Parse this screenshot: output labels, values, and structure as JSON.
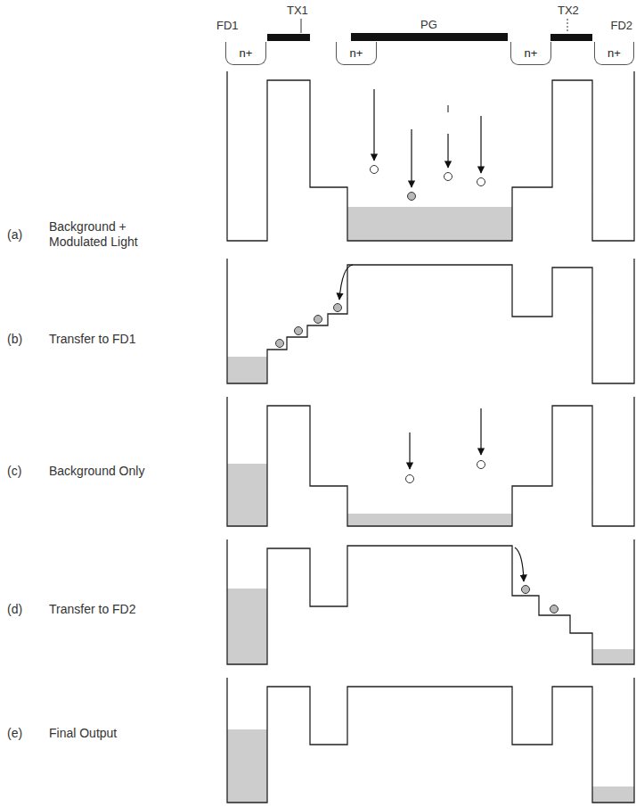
{
  "diagram": {
    "nodes": [
      {
        "text": [
          "n+"
        ]
      },
      {
        "text": [
          "n+"
        ]
      },
      {
        "text": [
          "n+"
        ]
      },
      {
        "text": [
          "n+"
        ]
      }
    ],
    "labels": [
      "TX1",
      "PG",
      "TX2",
      "FD1",
      "FD2",
      "(a)",
      "Background + Modulated Light",
      "(b)",
      "Transfer to FD1",
      "(c)",
      "Background Only",
      "(d)",
      "Transfer to FD2",
      "(e)",
      "Final Output"
    ]
  }
}
